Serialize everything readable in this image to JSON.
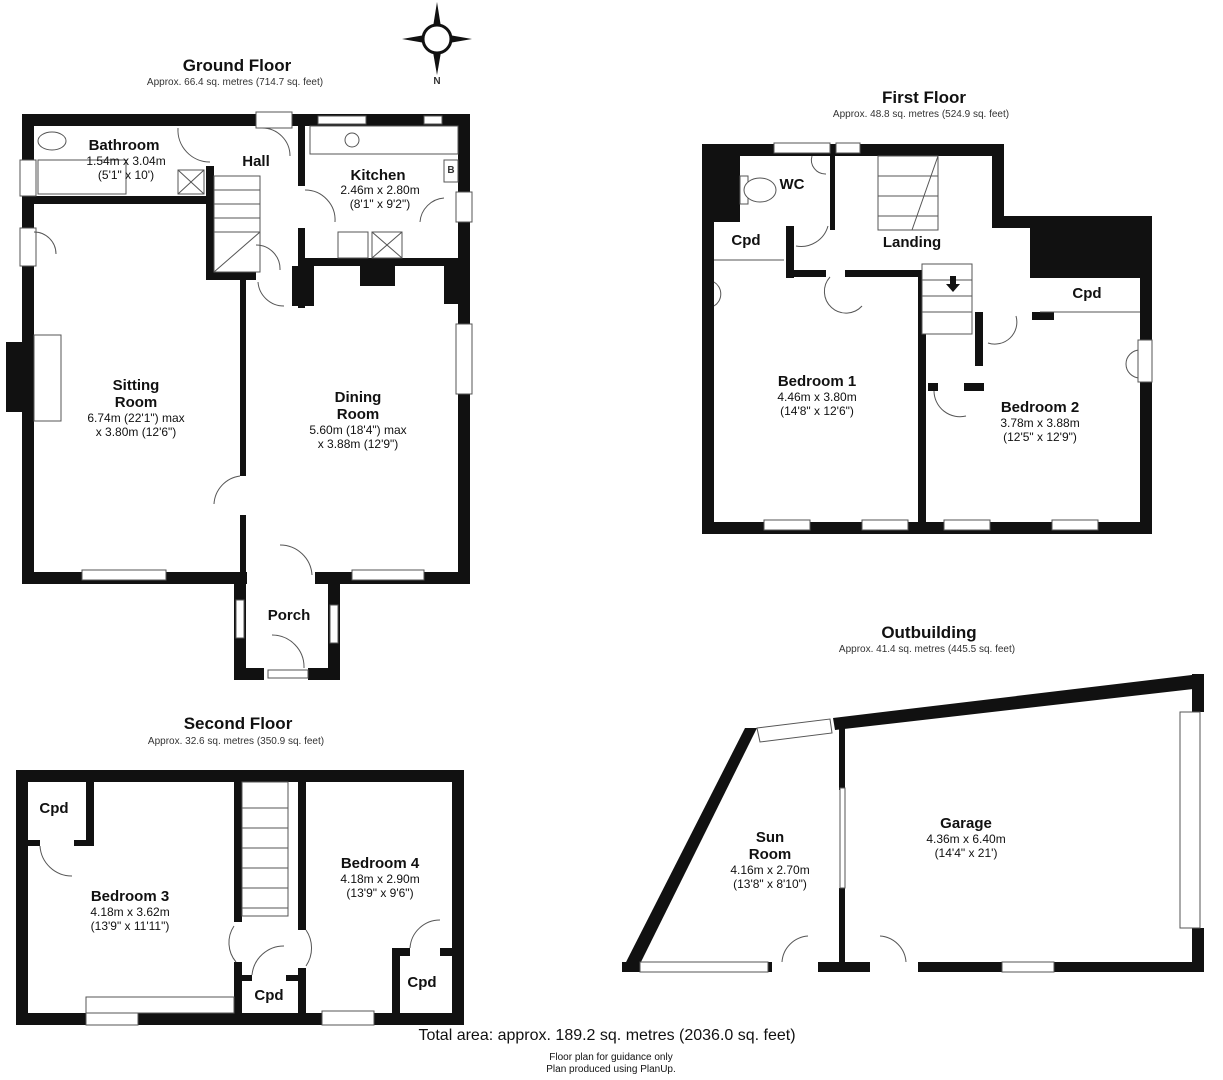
{
  "compass": {
    "north_label": "N"
  },
  "floors": {
    "ground": {
      "title": "Ground Floor",
      "area": "Approx. 66.4 sq. metres (714.7 sq. feet)",
      "rooms": {
        "bathroom": {
          "name": "Bathroom",
          "dim_m": "1.54m x 3.04m",
          "dim_ft": "(5'1\" x 10')"
        },
        "hall": {
          "name": "Hall"
        },
        "kitchen": {
          "name": "Kitchen",
          "dim_m": "2.46m x 2.80m",
          "dim_ft": "(8'1\" x 9'2\")",
          "boiler": "B"
        },
        "sitting": {
          "name1": "Sitting",
          "name2": "Room",
          "dim_m": "6.74m (22'1\") max",
          "dim_ft": "x 3.80m (12'6\")"
        },
        "dining": {
          "name1": "Dining",
          "name2": "Room",
          "dim_m": "5.60m (18'4\") max",
          "dim_ft": "x 3.88m (12'9\")"
        },
        "porch": {
          "name": "Porch"
        }
      }
    },
    "first": {
      "title": "First Floor",
      "area": "Approx. 48.8 sq. metres (524.9 sq. feet)",
      "rooms": {
        "wc": {
          "name": "WC"
        },
        "cpd1": {
          "name": "Cpd"
        },
        "landing": {
          "name": "Landing"
        },
        "cpd2": {
          "name": "Cpd"
        },
        "bedroom1": {
          "name": "Bedroom 1",
          "dim_m": "4.46m x 3.80m",
          "dim_ft": "(14'8\" x 12'6\")"
        },
        "bedroom2": {
          "name": "Bedroom 2",
          "dim_m": "3.78m x 3.88m",
          "dim_ft": "(12'5\" x 12'9\")"
        }
      }
    },
    "second": {
      "title": "Second Floor",
      "area": "Approx. 32.6 sq. metres (350.9 sq. feet)",
      "rooms": {
        "cpd_a": {
          "name": "Cpd"
        },
        "bedroom3": {
          "name": "Bedroom 3",
          "dim_m": "4.18m x 3.62m",
          "dim_ft": "(13'9\" x 11'11\")"
        },
        "cpd_b": {
          "name": "Cpd"
        },
        "bedroom4": {
          "name": "Bedroom 4",
          "dim_m": "4.18m x 2.90m",
          "dim_ft": "(13'9\" x 9'6\")"
        },
        "cpd_c": {
          "name": "Cpd"
        }
      }
    },
    "outbuilding": {
      "title": "Outbuilding",
      "area": "Approx. 41.4 sq. metres (445.5 sq. feet)",
      "rooms": {
        "sunroom": {
          "name1": "Sun",
          "name2": "Room",
          "dim_m": "4.16m x 2.70m",
          "dim_ft": "(13'8\" x 8'10\")"
        },
        "garage": {
          "name": "Garage",
          "dim_m": "4.36m x 6.40m",
          "dim_ft": "(14'4\" x 21')"
        }
      }
    }
  },
  "footer": {
    "total": "Total area: approx. 189.2 sq. metres (2036.0 sq. feet)",
    "note1": "Floor plan for guidance only",
    "note2": "Plan produced using PlanUp."
  }
}
